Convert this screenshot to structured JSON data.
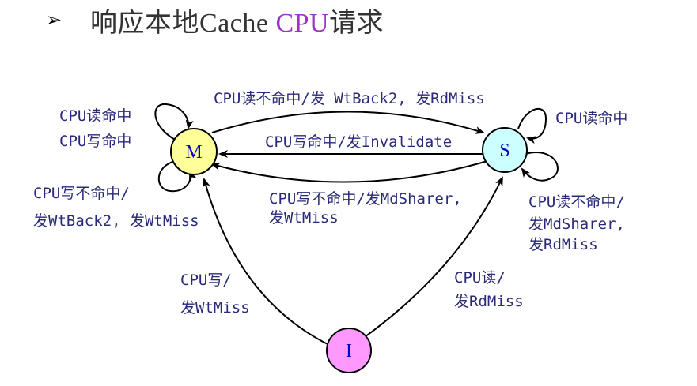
{
  "slide": {
    "bullet_icon": "arrow-bullet-icon",
    "title_prefix": "响应本地Cache ",
    "title_highlight": "CPU",
    "title_suffix": "请求",
    "colors": {
      "title_text": "#333333",
      "title_highlight": "#9933cc",
      "label_text": "#2a2a7a",
      "state_letter": "#0000cc"
    }
  },
  "states": {
    "M": {
      "label": "M",
      "fill": "#ffff99"
    },
    "S": {
      "label": "S",
      "fill": "#ccffff"
    },
    "I": {
      "label": "I",
      "fill": "#ff99ff"
    }
  },
  "labels": {
    "m_self_read": "CPU读命中",
    "m_self_write": "CPU写命中",
    "m_self_miss_1": "CPU写不命中/",
    "m_self_miss_2": "发WtBack2, 发WtMiss",
    "m_to_s": "CPU读不命中/发 WtBack2, 发RdMiss",
    "s_to_m_write_hit": "CPU写命中/发Invalidate",
    "s_to_m_write_miss_1": "CPU写不命中/发MdSharer,",
    "s_to_m_write_miss_2": "发WtMiss",
    "s_self_read": "CPU读命中",
    "s_self_miss_1": "CPU读不命中/",
    "s_self_miss_2": "发MdSharer,",
    "s_self_miss_3": "发RdMiss",
    "i_to_m_1": "CPU写/",
    "i_to_m_2": "发WtMiss",
    "i_to_s_1": "CPU读/",
    "i_to_s_2": "发RdMiss"
  }
}
